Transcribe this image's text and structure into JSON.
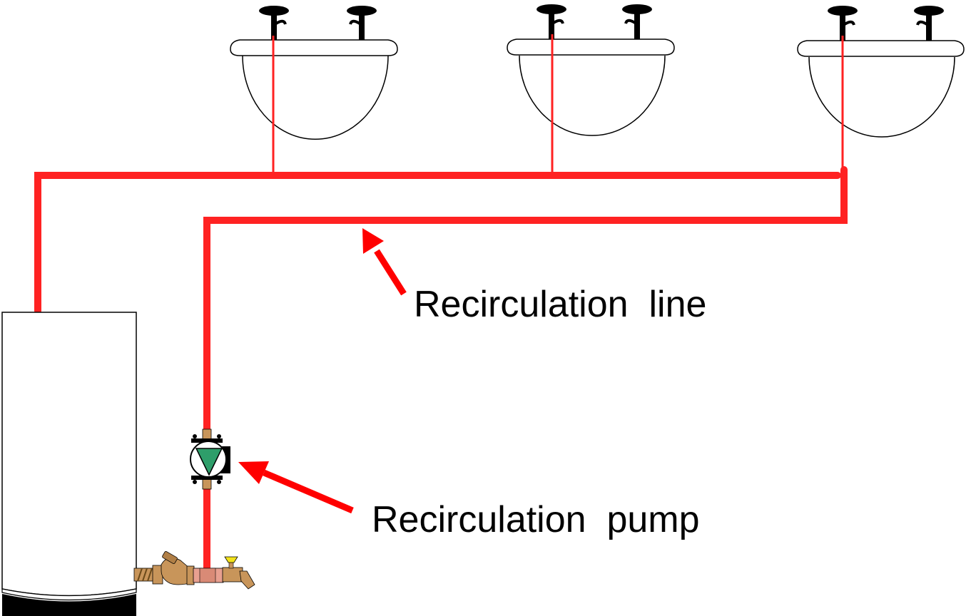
{
  "labels": {
    "recirculation_line": "Recirculation  line",
    "recirculation_pump": "Recirculation  pump"
  },
  "colors": {
    "pipe": "#ff2222",
    "arrow": "#ff0000",
    "outline": "#000000",
    "tank_fill": "#ffffff",
    "pump_triangle": "#2e9e6a",
    "brass": "#c8955a",
    "copper": "#e8a090",
    "valve_handle": "#f2e21a"
  },
  "components": {
    "sinks": [
      "sink",
      "sink",
      "sink"
    ],
    "icons": [
      "water-heater-icon",
      "recirculation-pump-icon",
      "check-valve-icon",
      "drain-valve-icon",
      "faucet-handle-icon"
    ]
  }
}
